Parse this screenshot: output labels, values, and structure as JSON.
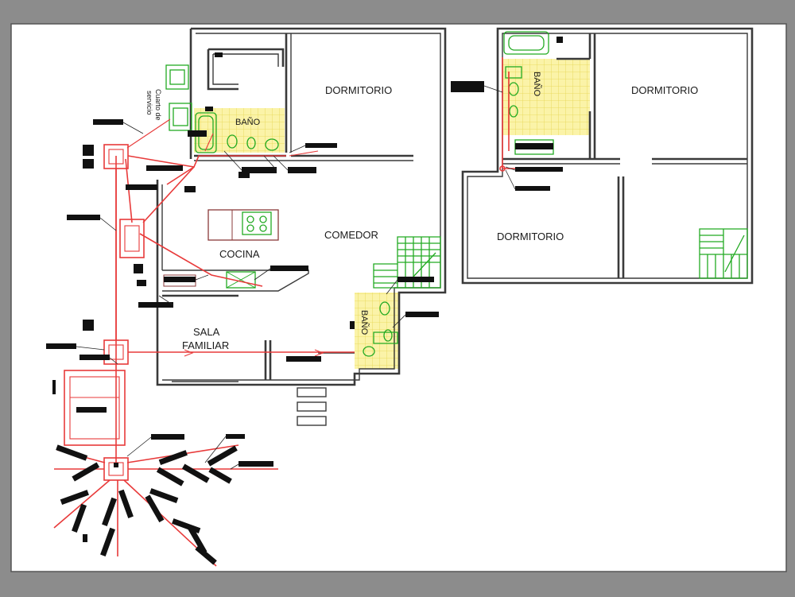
{
  "labels": {
    "dormitorio_1": "DORMITORIO",
    "dormitorio_2": "DORMITORIO",
    "dormitorio_3": "DORMITORIO",
    "comedor": "COMEDOR",
    "cocina": "COCINA",
    "sala_line1": "SALA",
    "sala_line2": "FAMILIAR",
    "bano_1": "BAÑO",
    "bano_2": "BAÑO",
    "bano_3": "BAÑO",
    "cuarto_line1": "Cuarto de",
    "cuarto_line2": "servicio"
  },
  "colors": {
    "background": "#8c8c8c",
    "sheet": "#ffffff",
    "walls": "#3a3a3a",
    "fixtures": "#22aa22",
    "pipes": "#e83a3a",
    "tiles": "#fbf3a8"
  }
}
